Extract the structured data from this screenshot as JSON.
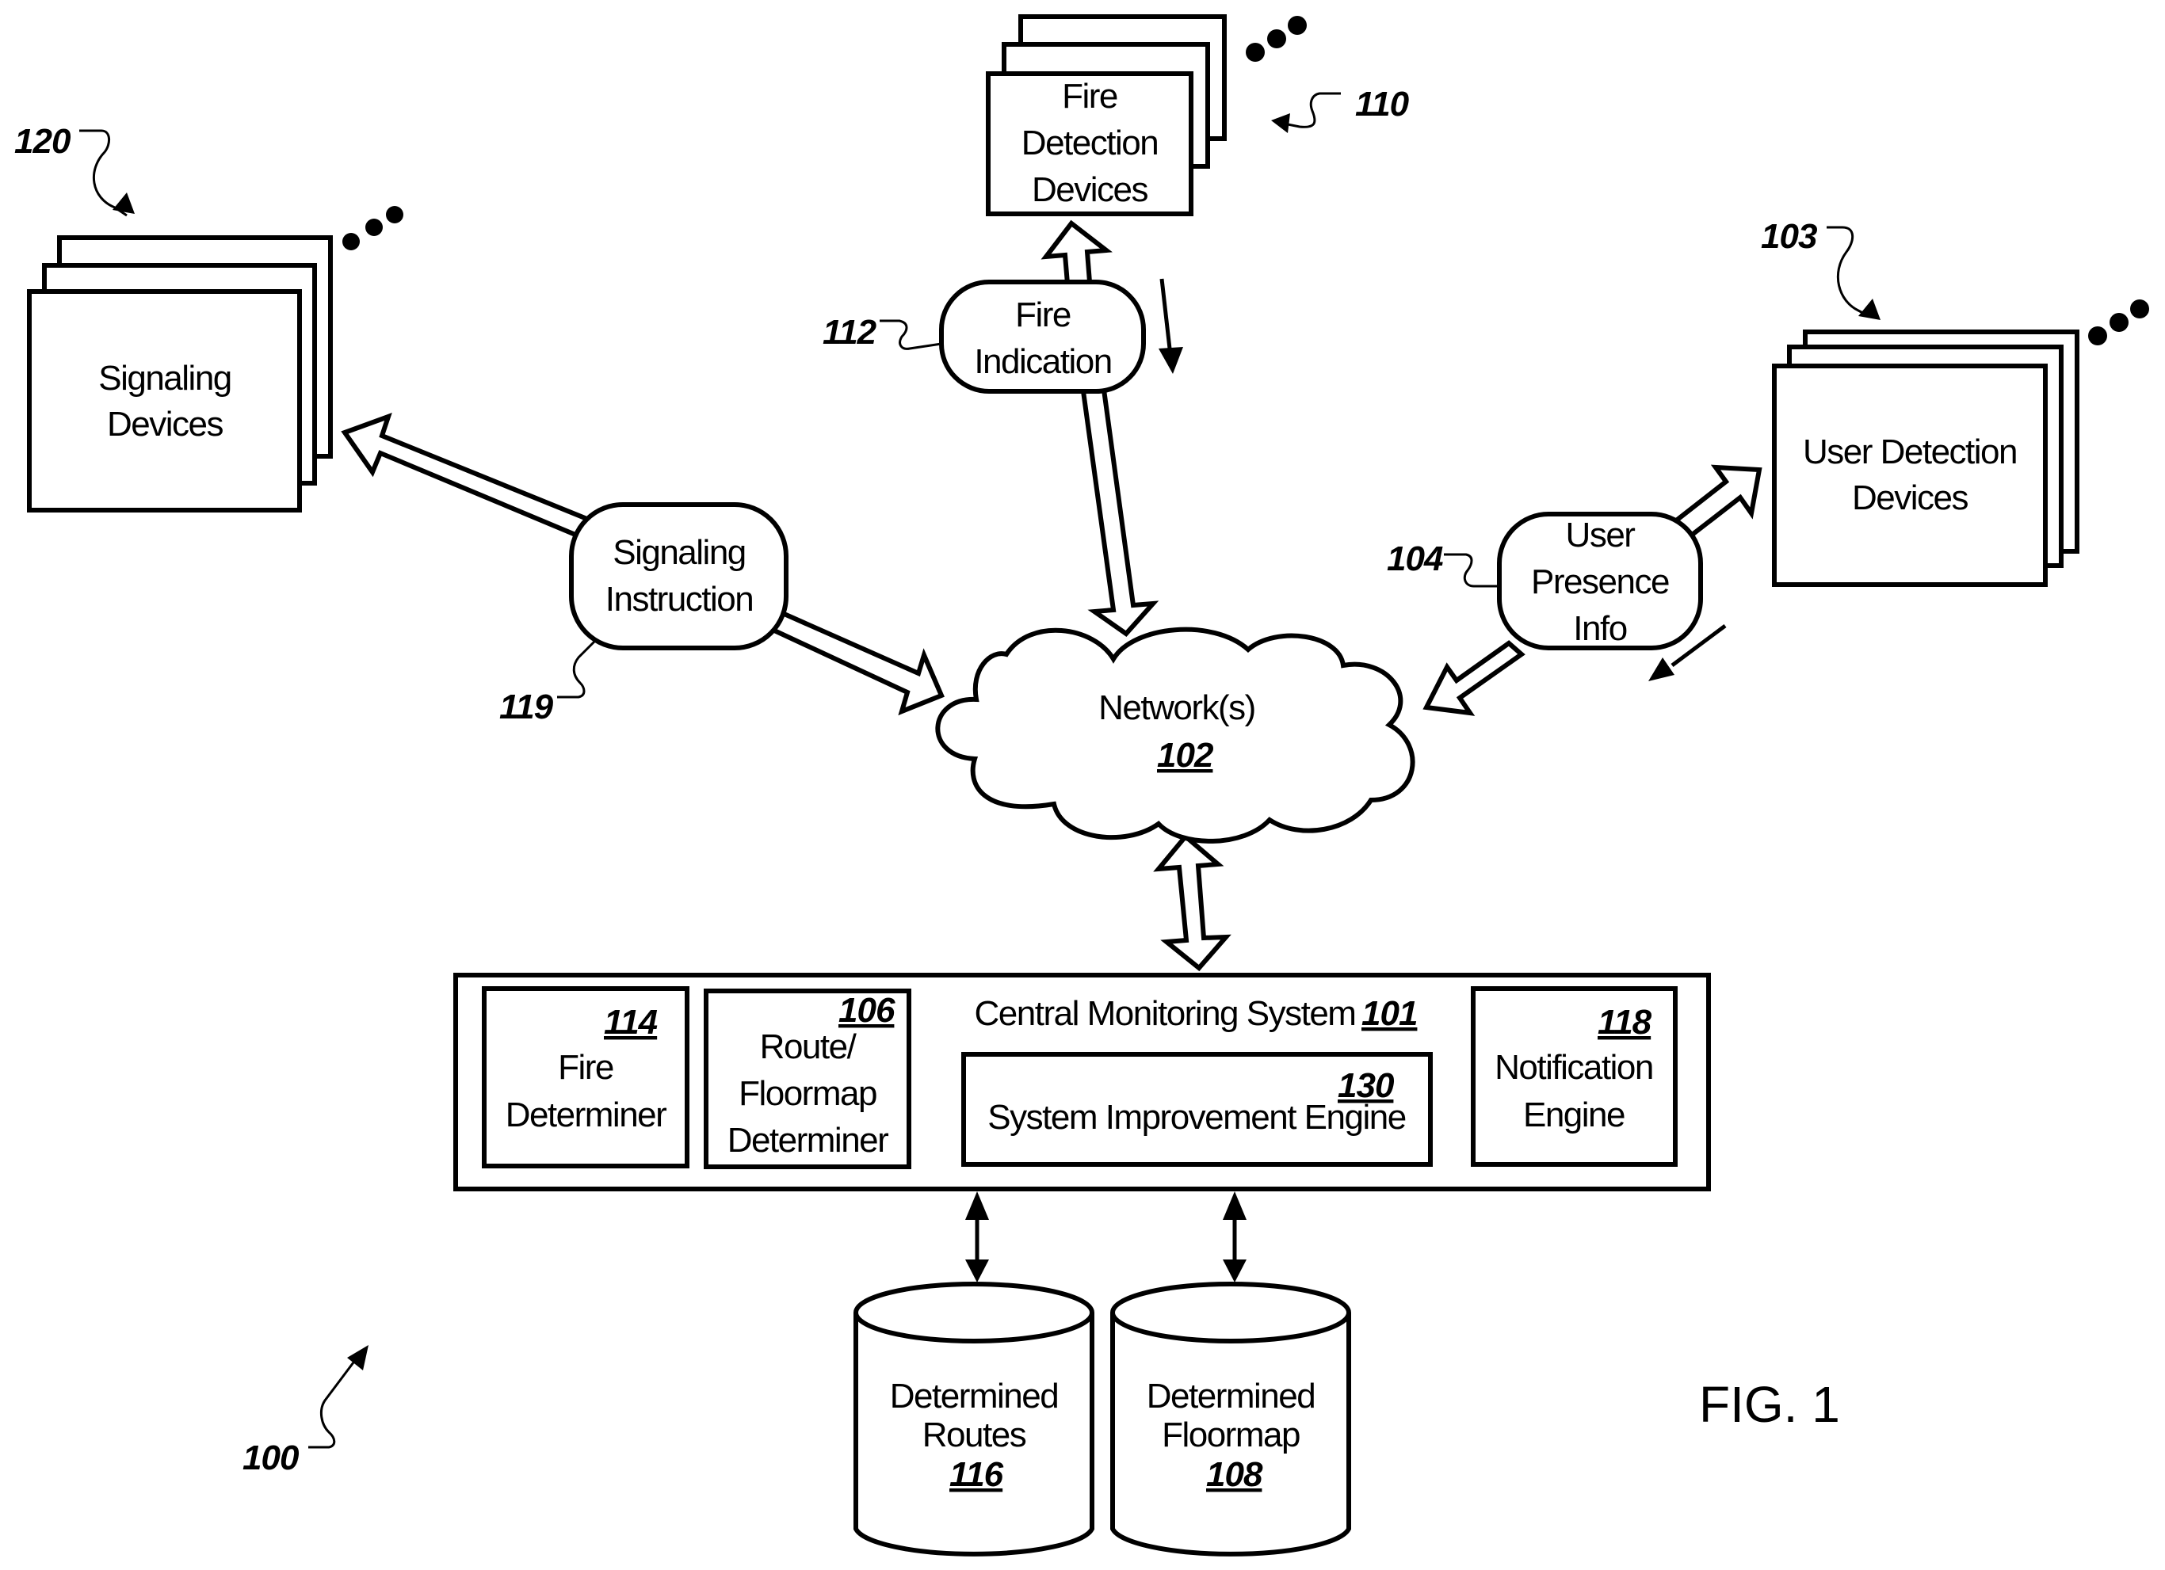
{
  "figure": {
    "label": "FIG. 1",
    "system_ref": "100"
  },
  "signaling_devices": {
    "ref": "120",
    "lines": [
      "Signaling",
      "Devices"
    ]
  },
  "fire_detection_devices": {
    "ref": "110",
    "lines": [
      "Fire",
      "Detection",
      "Devices"
    ]
  },
  "user_detection_devices": {
    "ref": "103",
    "lines": [
      "User Detection",
      "Devices"
    ]
  },
  "fire_indication": {
    "ref": "112",
    "lines": [
      "Fire",
      "Indication"
    ]
  },
  "signaling_instruction": {
    "ref": "119",
    "lines": [
      "Signaling",
      "Instruction"
    ]
  },
  "user_presence_info": {
    "ref": "104",
    "lines": [
      "User",
      "Presence",
      "Info"
    ]
  },
  "network": {
    "label": "Network(s)",
    "ref": "102"
  },
  "central_monitoring_system": {
    "label": "Central Monitoring System",
    "ref": "101",
    "components": {
      "fire_determiner": {
        "ref": "114",
        "lines": [
          "Fire",
          "Determiner"
        ]
      },
      "route_floormap_determiner": {
        "ref": "106",
        "lines": [
          "Route/",
          "Floormap",
          "Determiner"
        ]
      },
      "system_improvement_engine": {
        "ref": "130",
        "label": "System Improvement Engine"
      },
      "notification_engine": {
        "ref": "118",
        "lines": [
          "Notification",
          "Engine"
        ]
      }
    }
  },
  "datastores": [
    {
      "lines": [
        "Determined",
        "Routes"
      ],
      "ref": "116"
    },
    {
      "lines": [
        "Determined",
        "Floormap"
      ],
      "ref": "108"
    }
  ]
}
